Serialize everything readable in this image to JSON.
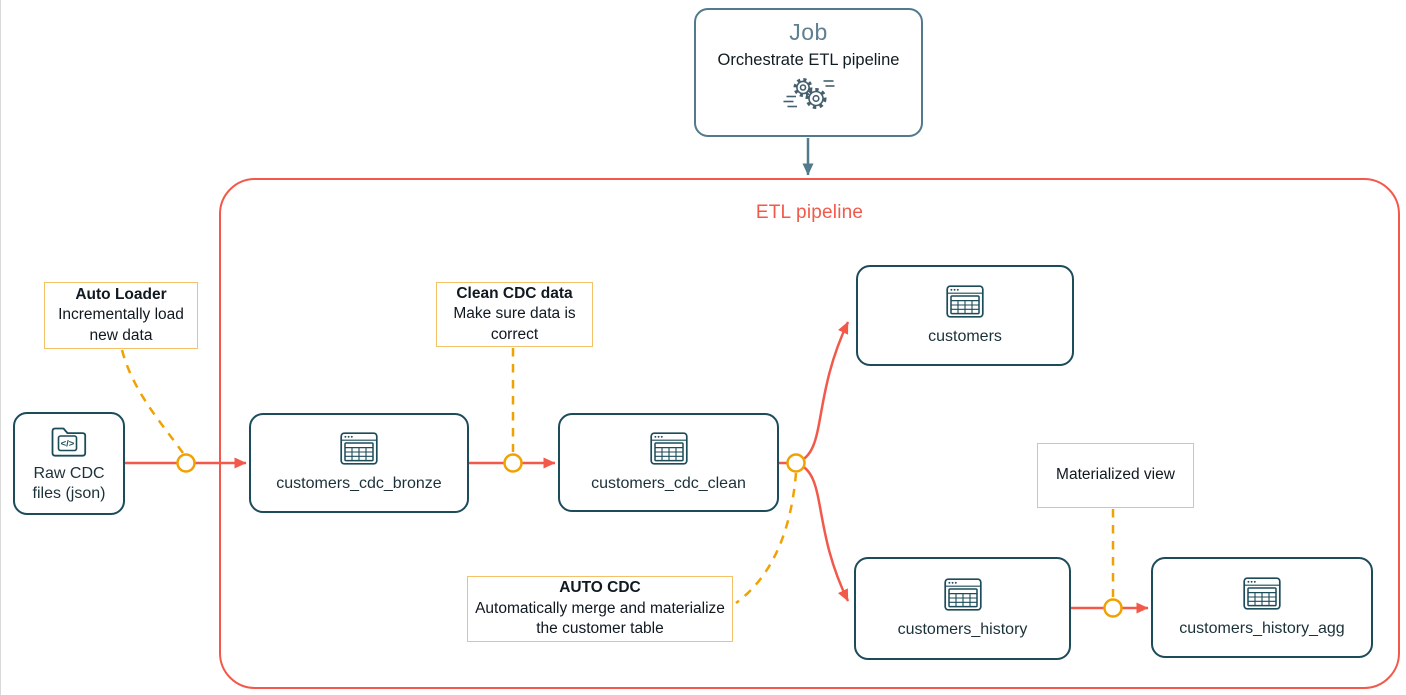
{
  "job_card": {
    "title": "Job",
    "subtitle": "Orchestrate ETL pipeline",
    "icon": "gears-icon"
  },
  "pipeline": {
    "title": "ETL pipeline"
  },
  "nodes": {
    "raw": {
      "label": "Raw CDC files (json)",
      "icon": "folder-code-icon"
    },
    "bronze": {
      "label": "customers_cdc_bronze",
      "icon": "table-icon"
    },
    "clean": {
      "label": "customers_cdc_clean",
      "icon": "table-icon"
    },
    "customers": {
      "label": "customers",
      "icon": "table-icon"
    },
    "history": {
      "label": "customers_history",
      "icon": "table-icon"
    },
    "history_agg": {
      "label": "customers_history_agg",
      "icon": "table-icon"
    }
  },
  "annotations": {
    "auto_loader": {
      "title": "Auto Loader",
      "body": "Incrementally load new data"
    },
    "clean_cdc": {
      "title": "Clean CDC data",
      "body": "Make sure data is correct"
    },
    "auto_cdc": {
      "title": "AUTO CDC",
      "body": "Automatically merge and materialize the customer table"
    },
    "materialized_view": {
      "label": "Materialized view"
    }
  },
  "icons": {
    "folder_code_glyph": "</>"
  },
  "colors": {
    "pipeline_red": "#f2594a",
    "node_teal": "#1c4b59",
    "job_slate": "#527a8a",
    "junction_orange": "#f0a202",
    "note_amber": "#f4c06a"
  }
}
